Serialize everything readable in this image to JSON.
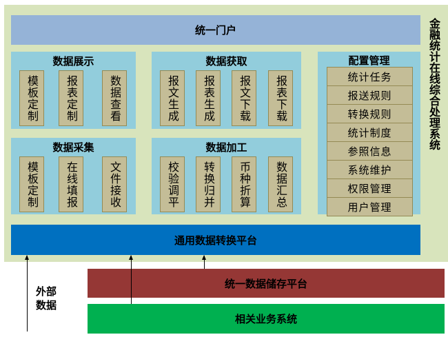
{
  "system_title": "金融统计在线综合处理系统",
  "portal": "统一门户",
  "panels": {
    "display": {
      "title": "数据展示",
      "items": [
        "模板定制",
        "报表定制",
        "数据查看"
      ]
    },
    "acquire": {
      "title": "数据获取",
      "items": [
        "报文生成",
        "报表生成",
        "报文下载",
        "报表下载"
      ]
    },
    "collect": {
      "title": "数据采集",
      "items": [
        "模板定制",
        "在线填报",
        "文件接收"
      ]
    },
    "process": {
      "title": "数据加工",
      "items": [
        "校验调平",
        "转换归并",
        "币种折算",
        "数据汇总"
      ]
    },
    "config": {
      "title": "配置管理",
      "items": [
        "统计任务",
        "报送规则",
        "转换规则",
        "统计制度",
        "参照信息",
        "系统维护",
        "权限管理",
        "用户管理"
      ]
    }
  },
  "transform_platform": "通用数据转换平台",
  "storage_platform": "统一数据储存平台",
  "business_systems": "相关业务系统",
  "external_data": "外部数据"
}
